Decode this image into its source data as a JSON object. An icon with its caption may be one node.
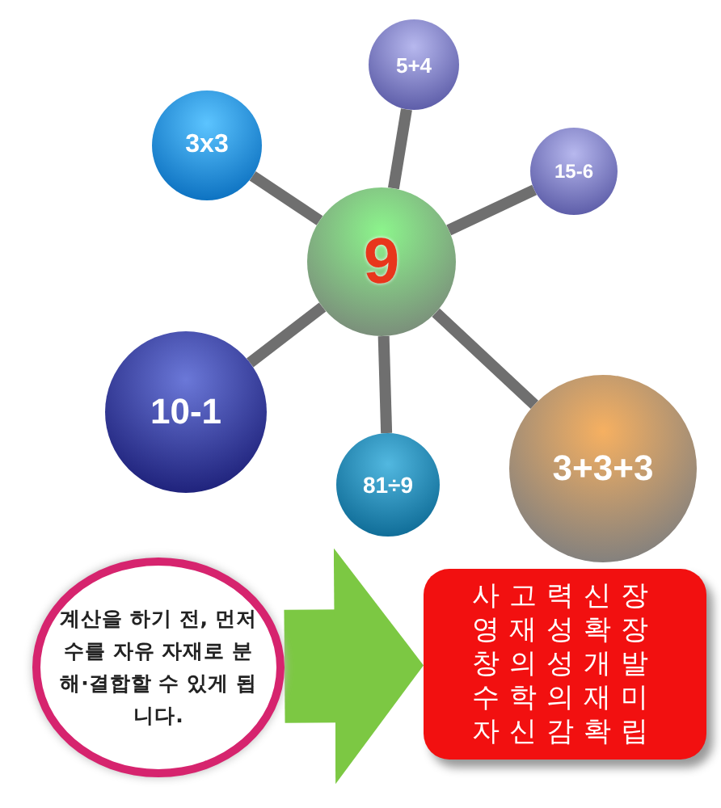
{
  "diagram": {
    "nodes": [
      {
        "text": [
          "5+4"
        ]
      },
      {
        "text": [
          "3x3"
        ]
      },
      {
        "text": [
          "15-6"
        ]
      },
      {
        "text": [
          "9"
        ]
      },
      {
        "text": [
          "10-1"
        ]
      },
      {
        "text": [
          "81÷9"
        ]
      },
      {
        "text": [
          "3+3+3"
        ]
      },
      {
        "text": [
          "계산을 하기 전, 먼저 수를 자유 자재로 분해·결합할 수 있게 됩니다."
        ]
      },
      {
        "text": [
          "사고력신장 영재성확장 창의성개발 수학의재미 자신감확립"
        ]
      }
    ],
    "edges": [
      {
        "from": 3,
        "to": 0,
        "arrow": "none"
      },
      {
        "from": 3,
        "to": 1,
        "arrow": "none"
      },
      {
        "from": 3,
        "to": 2,
        "arrow": "none"
      },
      {
        "from": 3,
        "to": 4,
        "arrow": "none"
      },
      {
        "from": 3,
        "to": 5,
        "arrow": "none"
      },
      {
        "from": 3,
        "to": 6,
        "arrow": "none"
      },
      {
        "from": 7,
        "to": 8,
        "arrow": "to",
        "style": "thick",
        "color": "#7cc843"
      }
    ]
  }
}
